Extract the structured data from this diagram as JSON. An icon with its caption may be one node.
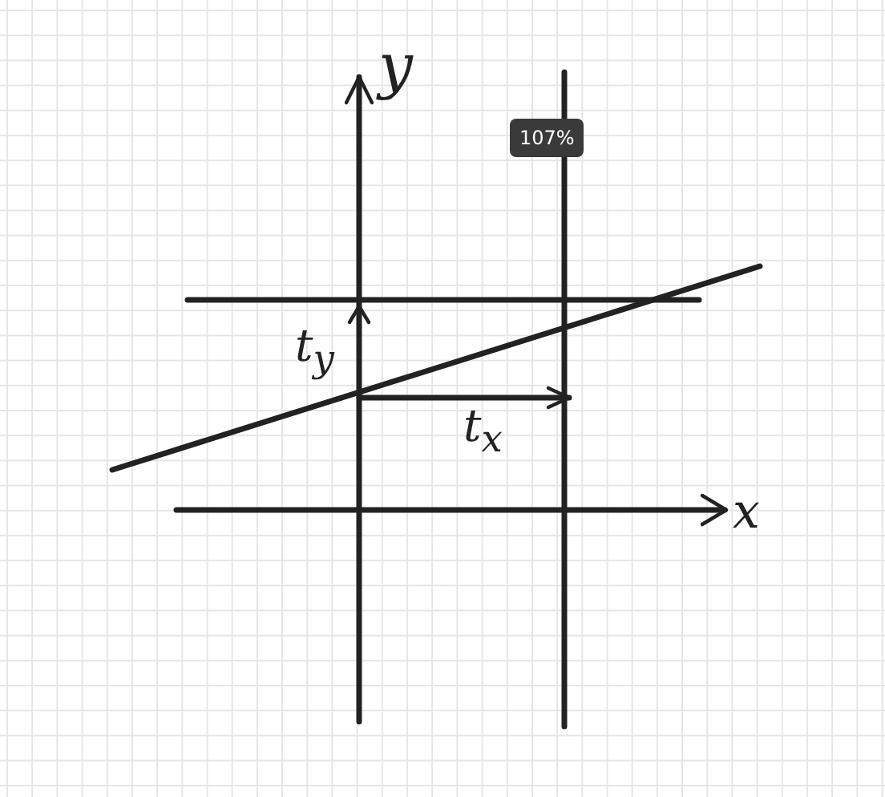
{
  "diagram": {
    "labels": [
      "y",
      "107%",
      "t$_{y}$",
      "t$_{x}$",
      "x"
    ]
  }
}
